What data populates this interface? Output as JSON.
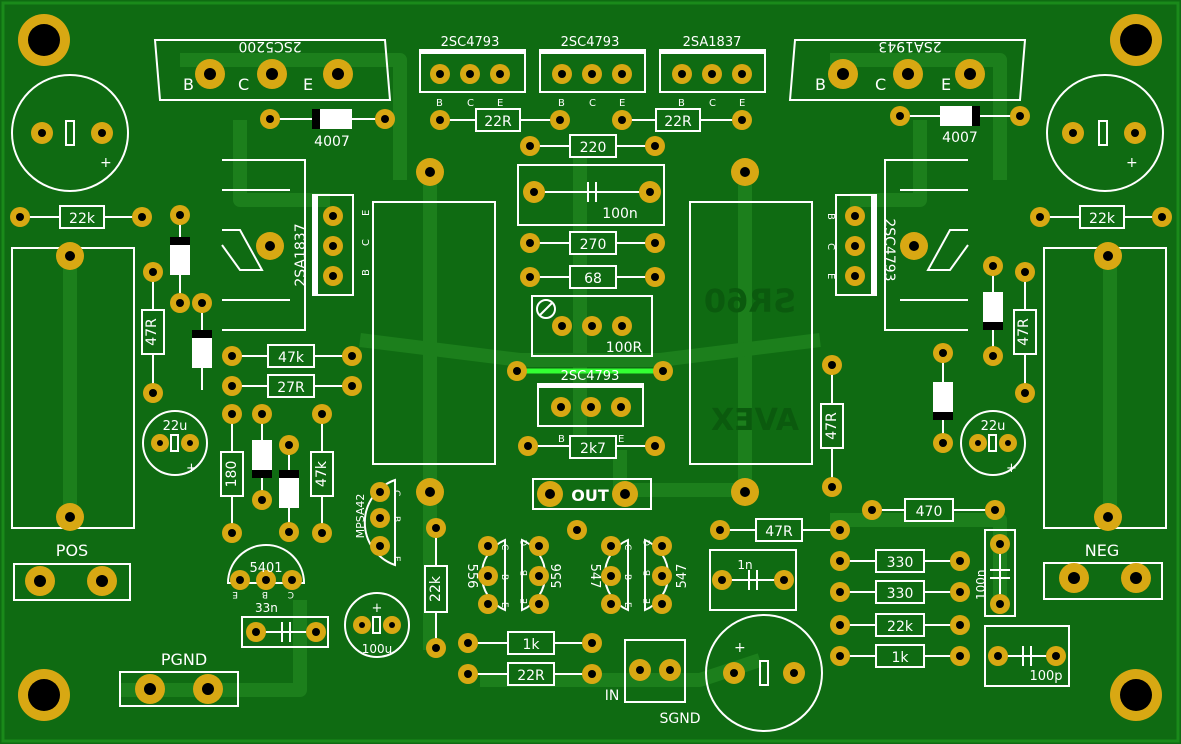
{
  "transistors": {
    "top_left_big": "2SC5200",
    "top_right_big": "2SA1943",
    "top_mid_1": "2SC4793",
    "top_mid_2": "2SC4793",
    "top_mid_3": "2SA1837",
    "left_vertical": "2SA1837",
    "right_vertical": "2SC4793",
    "center": "2SC4793",
    "mpsa": "MPSA42",
    "small_5401": "5401",
    "t556a": "556",
    "t556b": "556",
    "t547a": "547",
    "t547b": "547"
  },
  "pins": {
    "b": "B",
    "c": "C",
    "e": "E"
  },
  "resistors": {
    "r22k_left": "22k",
    "r22k_right": "22k",
    "r22r_a": "22R",
    "r22r_b": "22R",
    "r220": "220",
    "r270": "270",
    "r68": "68",
    "r47k": "47k",
    "r27r": "27R",
    "r47r_left": "47R",
    "r47r_right": "47R",
    "r47r_mid": "47R",
    "r47r_bottom": "47R",
    "r180": "180",
    "r47k_b": "47k",
    "r2k7": "2k7",
    "r22k_bottom": "22k",
    "r470": "470",
    "r330a": "330",
    "r330b": "330",
    "r22k_c": "22k",
    "r1k_a": "1k",
    "r1k_b": "1k",
    "r22r_c": "22R"
  },
  "diodes": {
    "d_left": "4007",
    "d_right": "4007"
  },
  "caps": {
    "c100n": "100n",
    "c100n_b": "100n",
    "c22u_left": "22u",
    "c22u_right": "22u",
    "c100u": "100u",
    "c33n": "33n",
    "c1n": "1n",
    "c100p": "100p",
    "plus": "+"
  },
  "pots": {
    "p100r": "100R"
  },
  "labels": {
    "pos": "POS",
    "neg": "NEG",
    "pgnd": "PGND",
    "sgnd": "SGND",
    "in": "IN",
    "out": "OUT",
    "mirrored_a": "SR60",
    "mirrored_b": "AVEX"
  },
  "colors": {
    "board": "#0f6b12",
    "trace": "#1c7f1c",
    "pad": "#d8a813",
    "pad_ring": "#e8b820",
    "silk": "#ffffff",
    "highlight": "#33ff33"
  }
}
